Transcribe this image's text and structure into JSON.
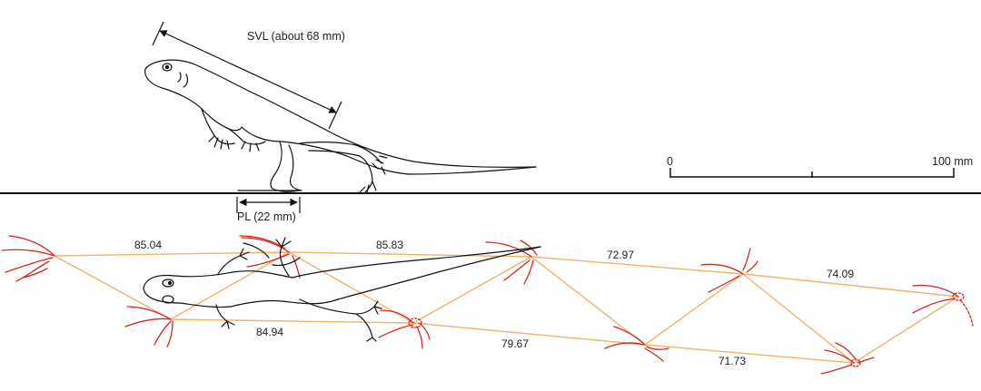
{
  "measurements": {
    "svl_label": "SVL (about 68 mm)",
    "pl_label": "PL (22 mm)"
  },
  "scale_bar": {
    "start_label": "0",
    "end_label": "100 mm"
  },
  "stride_lengths": {
    "a": "85.04",
    "b": "85.83",
    "c": "72.97",
    "d": "74.09",
    "e": "84.94",
    "f": "79.67",
    "g": "71.73"
  },
  "colors": {
    "trackway_line": "#f2b36a",
    "footprint": "#d7261e",
    "outline": "#111111"
  }
}
